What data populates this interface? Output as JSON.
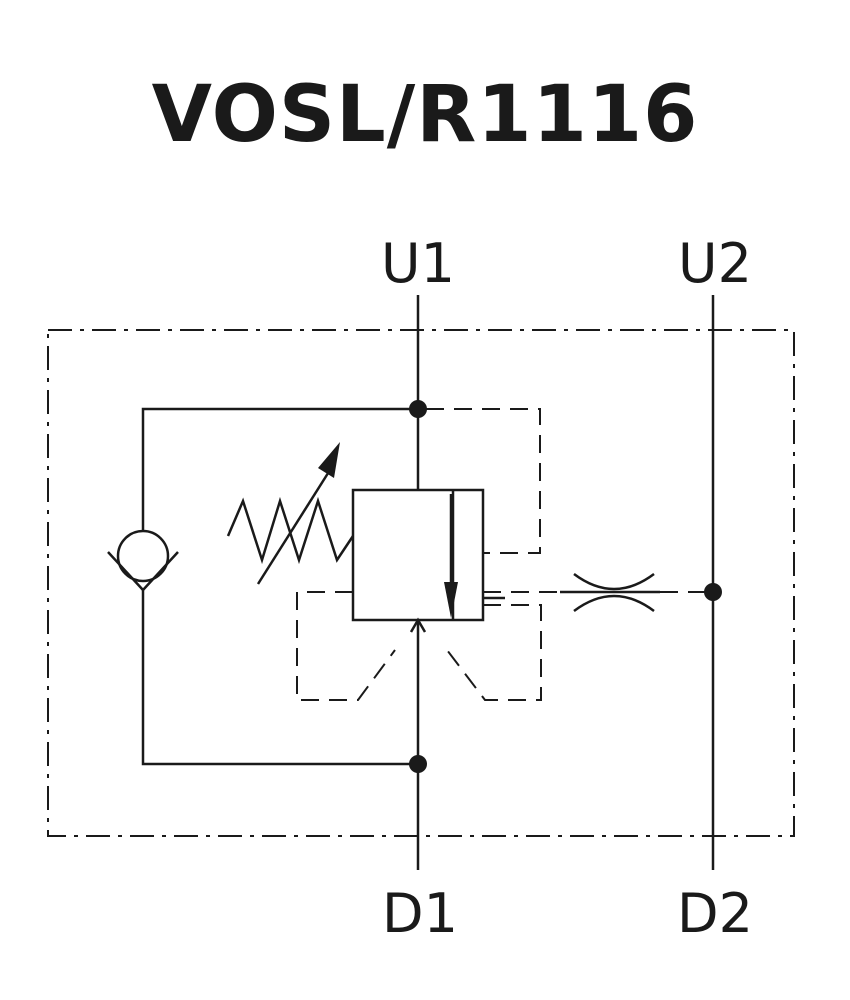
{
  "title": "VOSL/R1116",
  "ports": {
    "u1": "U1",
    "u2": "U2",
    "d1": "D1",
    "d2": "D2"
  },
  "colors": {
    "line": "#1a1a1a",
    "background": "#ffffff"
  }
}
